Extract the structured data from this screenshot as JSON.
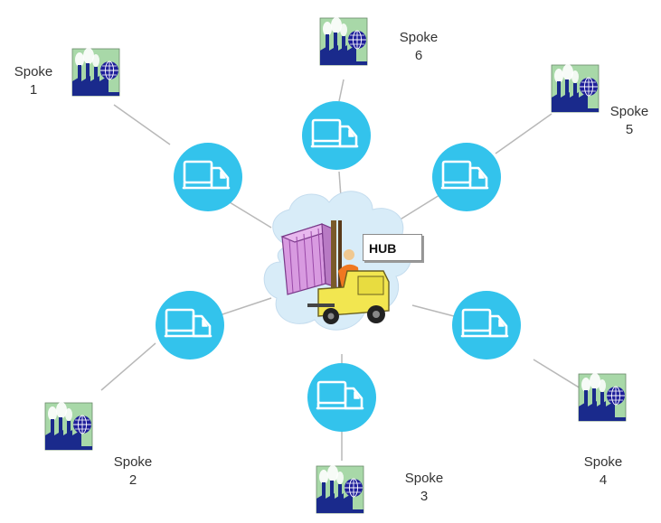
{
  "hub": {
    "label": "HUB"
  },
  "spokes": [
    {
      "name": "Spoke",
      "number": "1"
    },
    {
      "name": "Spoke",
      "number": "2"
    },
    {
      "name": "Spoke",
      "number": "3"
    },
    {
      "name": "Spoke",
      "number": "4"
    },
    {
      "name": "Spoke",
      "number": "5"
    },
    {
      "name": "Spoke",
      "number": "6"
    }
  ],
  "colors": {
    "truck_circle": "#33c3ec",
    "factory_blue": "#1a2a8c",
    "factory_sky": "#a8d8a8",
    "cloud": "#d8ecf8",
    "forklift": "#f2e650",
    "container": "#d89ae0",
    "line": "#b8b8b8"
  },
  "icons": {
    "truck": "delivery-truck-icon",
    "factory": "factory-globe-icon",
    "hub": "forklift-container-icon"
  }
}
